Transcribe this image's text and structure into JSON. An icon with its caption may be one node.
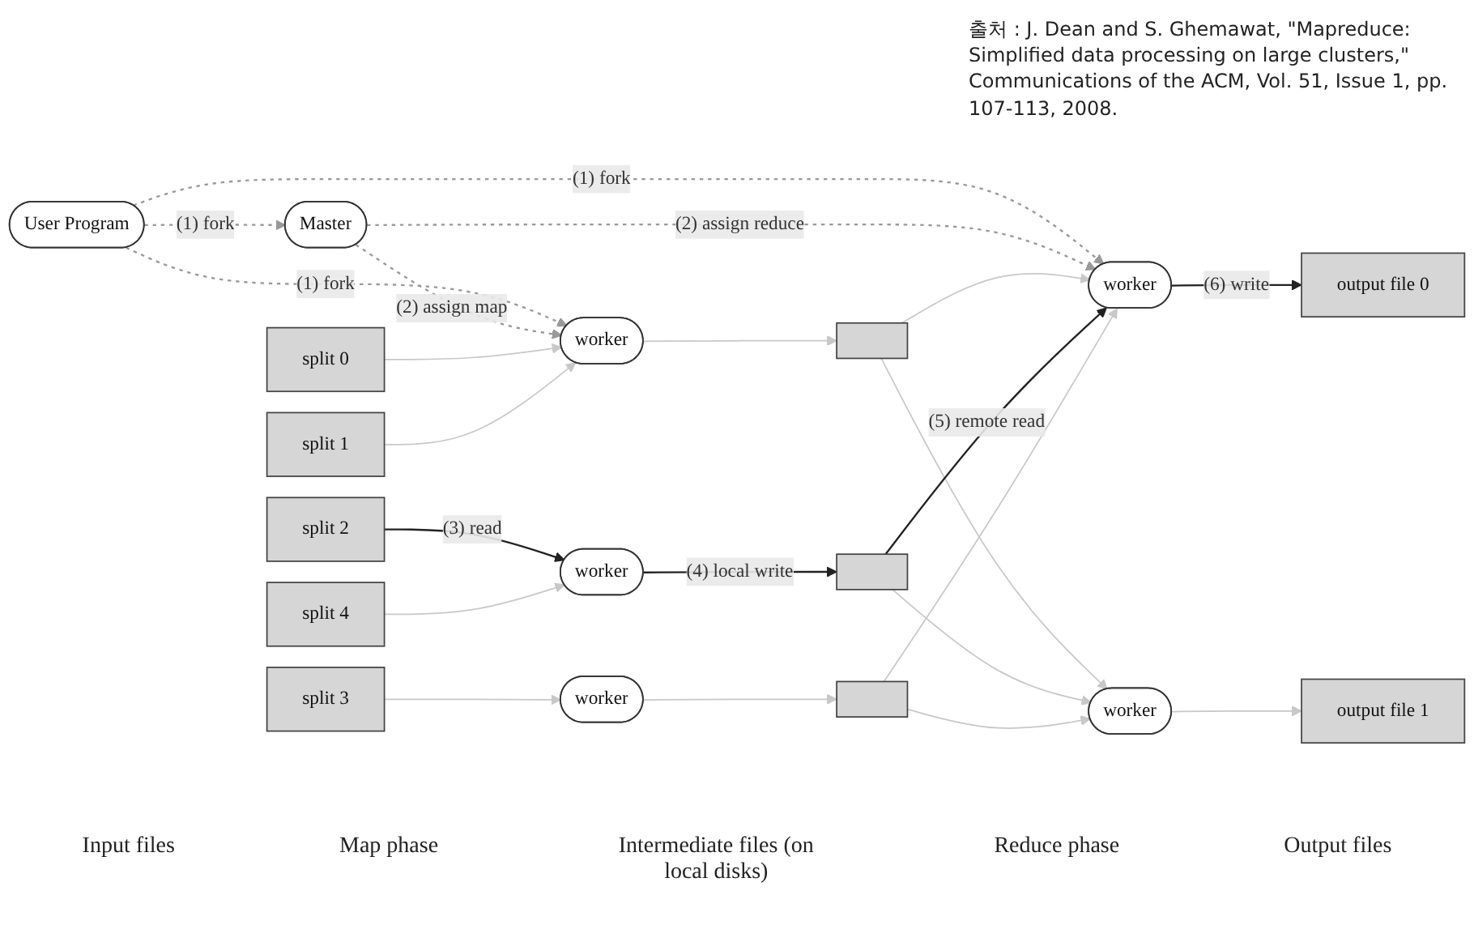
{
  "diagram": {
    "nodes": [
      {
        "text": [
          "User Program"
        ]
      },
      {
        "text": [
          "Master"
        ]
      },
      {
        "text": [
          "split 0"
        ]
      },
      {
        "text": [
          "split 1"
        ]
      },
      {
        "text": [
          "split 2"
        ]
      },
      {
        "text": [
          "split 3"
        ]
      },
      {
        "text": [
          "split 4"
        ]
      },
      {
        "text": [
          "worker"
        ]
      },
      {
        "text": [
          "worker"
        ]
      },
      {
        "text": [
          "worker"
        ]
      },
      {
        "text": [],
        "shape": "box"
      },
      {
        "text": [],
        "shape": "box"
      },
      {
        "text": [],
        "shape": "box"
      },
      {
        "text": [
          "worker"
        ]
      },
      {
        "text": [
          "worker"
        ]
      },
      {
        "text": [
          "output file 0"
        ]
      },
      {
        "text": [
          "output file 1"
        ]
      }
    ],
    "edges": [
      {
        "from": 0,
        "to": 7,
        "arrow": "to",
        "label": "(1) fork",
        "style": "dashed",
        "color": "#999999"
      },
      {
        "from": 0,
        "to": 1,
        "arrow": "to",
        "label": "(1) fork",
        "style": "dashed",
        "color": "#999999"
      },
      {
        "from": 0,
        "to": 13,
        "arrow": "to",
        "label": "(1) fork",
        "style": "dashed",
        "color": "#999999"
      },
      {
        "from": 1,
        "to": 7,
        "arrow": "to",
        "label": "(2) assign map",
        "style": "dashed",
        "color": "#999999"
      },
      {
        "from": 1,
        "to": 13,
        "arrow": "to",
        "label": "(2) assign reduce",
        "style": "dashed",
        "color": "#999999"
      },
      {
        "from": 2,
        "to": 7,
        "arrow": "to"
      },
      {
        "from": 3,
        "to": 7,
        "arrow": "to"
      },
      {
        "from": 4,
        "to": 8,
        "arrow": "to",
        "label": "(3) read",
        "color": "#222222"
      },
      {
        "from": 5,
        "to": 9,
        "arrow": "to"
      },
      {
        "from": 6,
        "to": 8,
        "arrow": "to"
      },
      {
        "from": 7,
        "to": 10,
        "arrow": "to"
      },
      {
        "from": 8,
        "to": 11,
        "arrow": "to",
        "label": "(4) local write",
        "color": "#222222"
      },
      {
        "from": 9,
        "to": 12,
        "arrow": "to"
      },
      {
        "from": 10,
        "to": 13,
        "arrow": "to"
      },
      {
        "from": 10,
        "to": 14,
        "arrow": "to"
      },
      {
        "from": 11,
        "to": 13,
        "arrow": "to",
        "label": "(5) remote read",
        "color": "#222222"
      },
      {
        "from": 11,
        "to": 14,
        "arrow": "to"
      },
      {
        "from": 12,
        "to": 13,
        "arrow": "to"
      },
      {
        "from": 12,
        "to": 14,
        "arrow": "to"
      },
      {
        "from": 13,
        "to": 15,
        "arrow": "to",
        "label": "(6) write",
        "color": "#222222"
      },
      {
        "from": 14,
        "to": 16,
        "arrow": "to"
      }
    ],
    "labels": [
      "출처 : J. Dean and S. Ghemawat, \"Mapreduce: Simplified data processing on large clusters,\" Communications of the ACM, Vol. 51, Issue 1, pp. 107-113, 2008.",
      "Input files",
      "Map phase",
      "Intermediate files (on local disks)",
      "Reduce phase",
      "Output files"
    ]
  }
}
